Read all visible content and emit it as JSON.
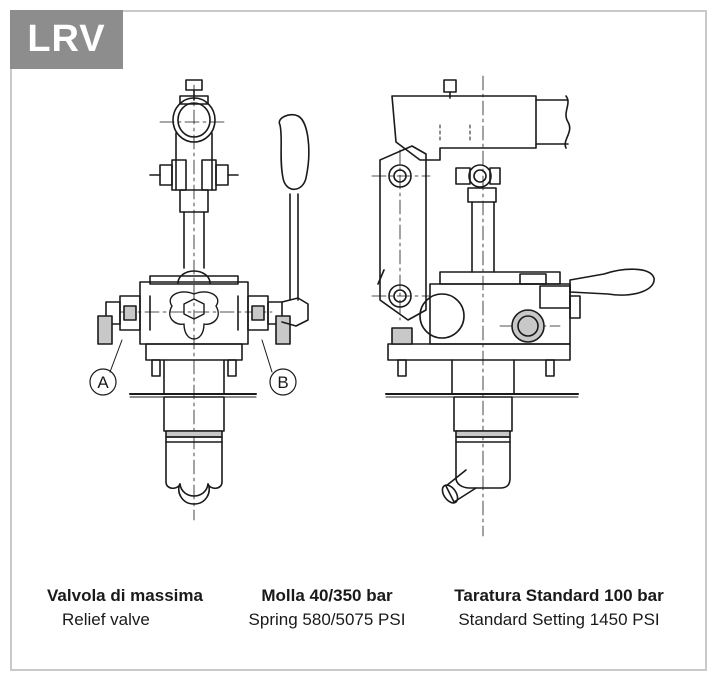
{
  "badge": {
    "label": "LRV"
  },
  "ports": {
    "a": "A",
    "b": "B"
  },
  "captions": [
    {
      "italian": "Valvola di massima",
      "english": "Relief valve"
    },
    {
      "italian": "Molla 40/350 bar",
      "english": "Spring 580/5075 PSI"
    },
    {
      "italian": "Taratura Standard 100 bar",
      "english": "Standard Setting 1450 PSI"
    }
  ],
  "colors": {
    "badge_bg": "#8d8d8d",
    "frame_border": "#c9c9c9",
    "line": "#1a1a1a",
    "shading": "#c8c8c8"
  }
}
